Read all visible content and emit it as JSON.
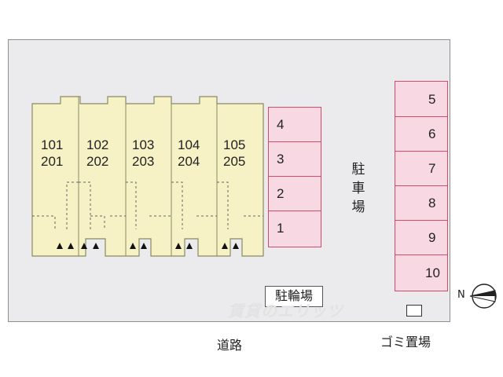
{
  "units": [
    {
      "top": "101",
      "bottom": "201"
    },
    {
      "top": "102",
      "bottom": "202"
    },
    {
      "top": "103",
      "bottom": "203"
    },
    {
      "top": "104",
      "bottom": "204"
    },
    {
      "top": "105",
      "bottom": "205"
    }
  ],
  "parking_left": [
    "4",
    "3",
    "2",
    "1"
  ],
  "parking_right": [
    "5",
    "6",
    "7",
    "8",
    "9",
    "10"
  ],
  "parking_label": "駐車場",
  "bicycle_label": "駐輪場",
  "road_label": "道路",
  "garbage_label": "ゴミ置場",
  "compass_label": "N",
  "watermark": "賃貸のエリッツ",
  "colors": {
    "building": "#f6f2c5",
    "parking": "#f8d8e3",
    "parking_border": "#d44b6a",
    "site": "#ebebed"
  }
}
